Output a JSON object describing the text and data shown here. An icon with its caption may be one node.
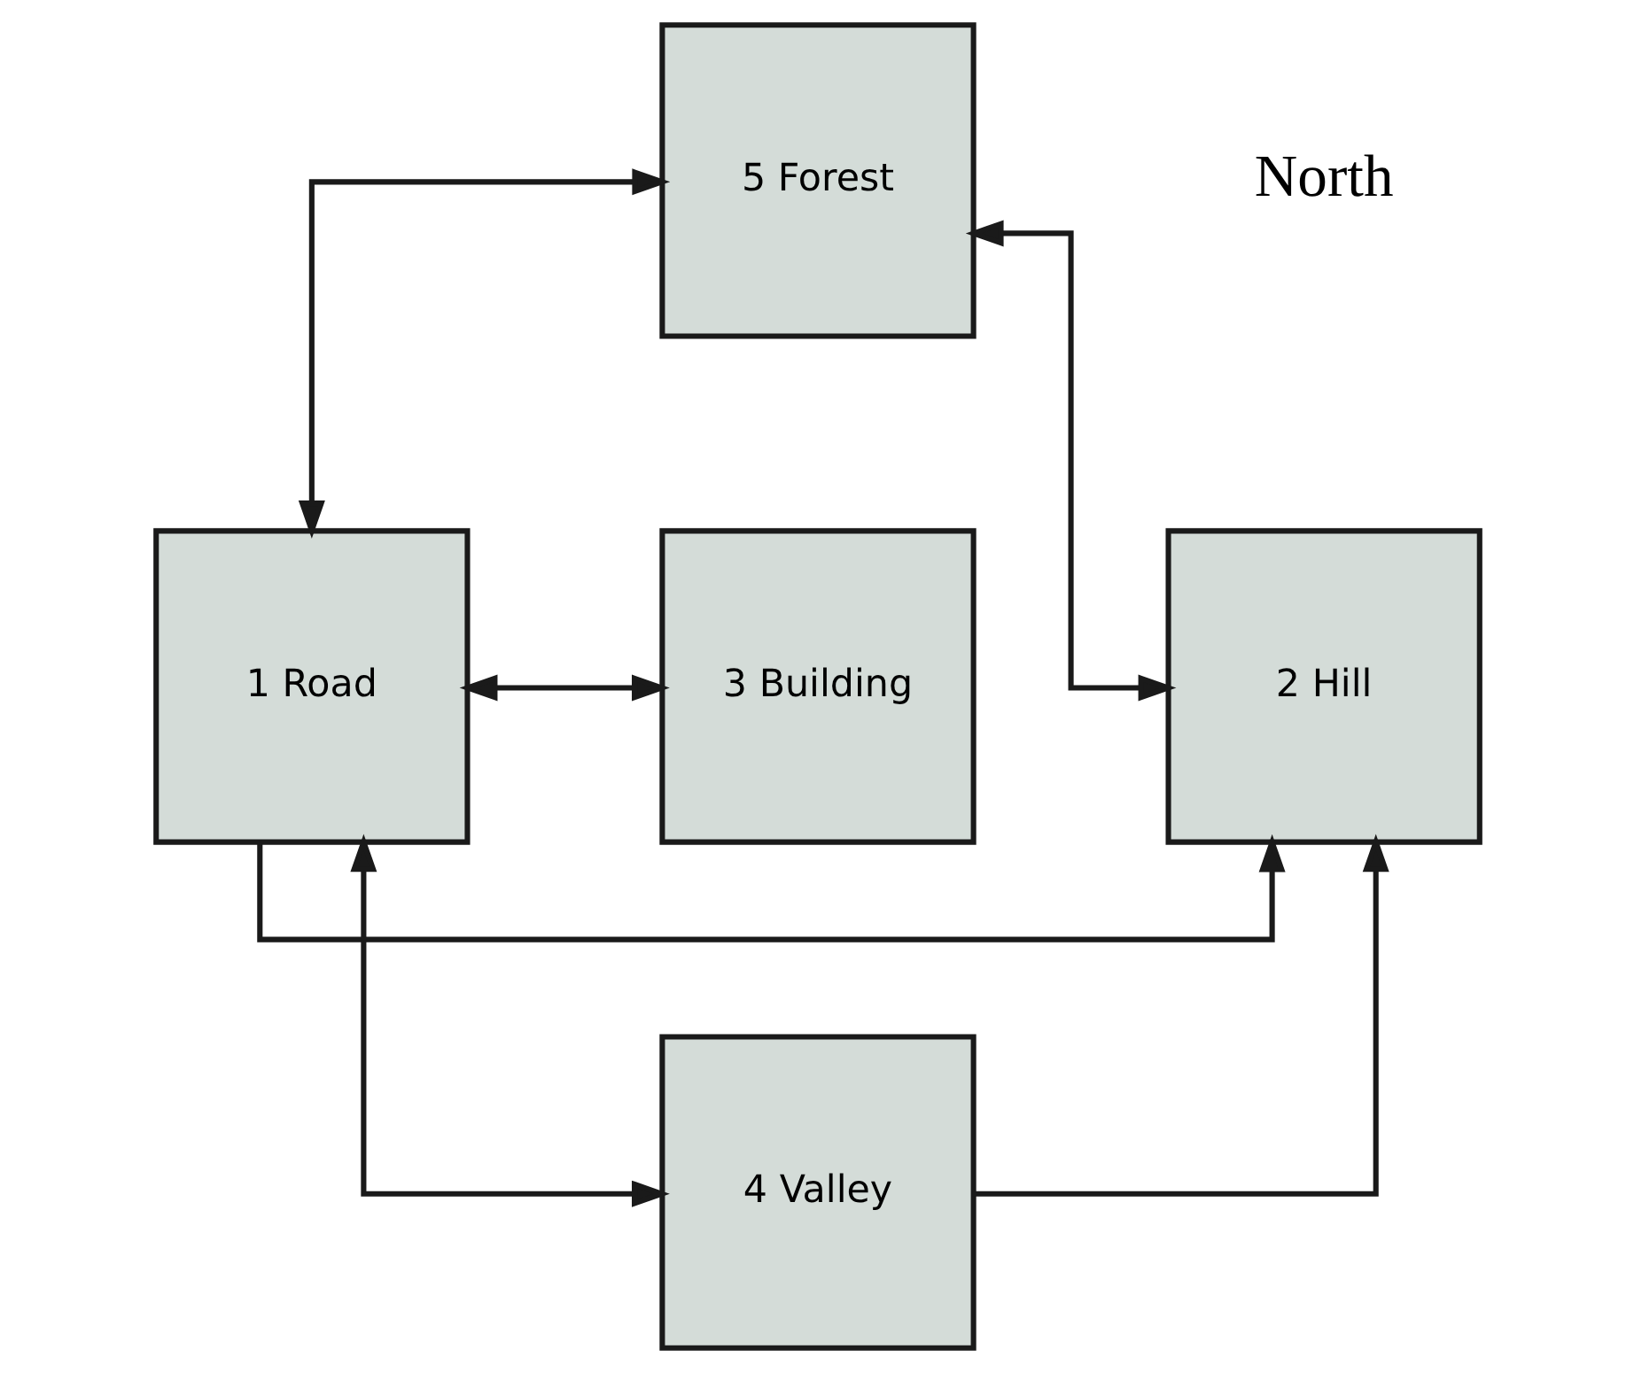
{
  "diagram": {
    "nodes": [
      {
        "text": [
          "5 Forest"
        ]
      },
      {
        "text": [
          "2 Hill"
        ]
      },
      {
        "text": [
          "1 Road"
        ]
      },
      {
        "text": [
          "3 Building"
        ]
      },
      {
        "text": [
          "4 Valley"
        ]
      }
    ],
    "edges": [
      {
        "from": 0,
        "to": 1,
        "arrow": "both"
      },
      {
        "from": 0,
        "to": 2,
        "arrow": "both"
      },
      {
        "from": 2,
        "to": 1,
        "arrow": "to"
      },
      {
        "from": 2,
        "to": 3,
        "arrow": "both"
      },
      {
        "from": 2,
        "to": 4,
        "arrow": "both"
      },
      {
        "from": 4,
        "to": 1,
        "arrow": "to"
      }
    ],
    "labels": [
      "North"
    ]
  }
}
